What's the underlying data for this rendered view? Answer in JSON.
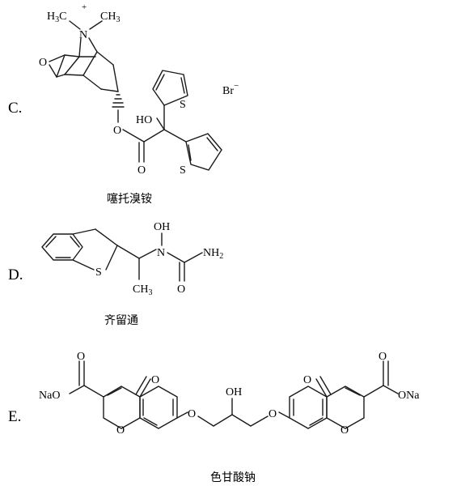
{
  "options": [
    {
      "letter": "C.",
      "caption": "噻托溴铵",
      "counter_ion": "Br",
      "counter_ion_charge": "−"
    },
    {
      "letter": "D.",
      "caption": "齐留通"
    },
    {
      "letter": "E.",
      "caption": "色甘酸钠"
    }
  ],
  "atoms": {
    "n_plus_charge": "+",
    "methyl_left": "H",
    "methyl_left_sub": "3",
    "methyl_left_c": "C",
    "methyl_right": "CH",
    "methyl_right_sub": "3",
    "n": "N",
    "o": "O",
    "s": "S",
    "ho": "HO",
    "oh": "OH",
    "nh2": "NH",
    "nh2_sub": "2",
    "ch3": "CH",
    "ch3_sub": "3",
    "ona": "ONa",
    "nao": "NaO"
  }
}
